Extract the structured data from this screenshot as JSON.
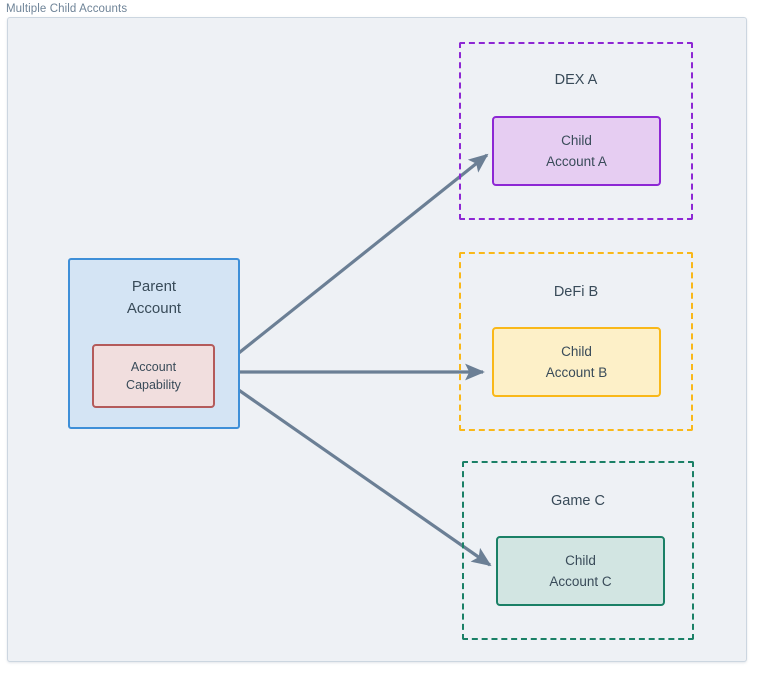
{
  "diagram": {
    "caption": "Multiple Child Accounts",
    "colors": {
      "canvas_background": "#eef1f5",
      "canvas_border": "#ccd6e0",
      "caption_text": "#6f8498",
      "node_text": "#394b59",
      "arrow": "#6b7f95",
      "parent_fill": "#d4e4f4",
      "parent_border": "#3e8fd8",
      "capability_fill": "#f1dede",
      "capability_border": "#b45a5a",
      "dex_accent": "#8d27d4",
      "dex_fill": "#e6cdf2",
      "defi_accent": "#f9b819",
      "defi_fill": "#fdf0c8",
      "game_accent": "#1a8066",
      "game_fill": "#d2e5e2"
    },
    "parent": {
      "label_line1": "Parent",
      "label_line2": "Account",
      "capability": {
        "label_line1": "Account",
        "label_line2": "Capability"
      }
    },
    "groups": [
      {
        "id": "dex",
        "title": "DEX A",
        "child": {
          "label_line1": "Child",
          "label_line2": "Account A"
        }
      },
      {
        "id": "defi",
        "title": "DeFi B",
        "child": {
          "label_line1": "Child",
          "label_line2": "Account B"
        }
      },
      {
        "id": "game",
        "title": "Game C",
        "child": {
          "label_line1": "Child",
          "label_line2": "Account C"
        }
      }
    ],
    "arrows": [
      {
        "from": "Account Capability",
        "to": "Child Account A",
        "style": "solid-arrow"
      },
      {
        "from": "Account Capability",
        "to": "Child Account B",
        "style": "solid-arrow"
      },
      {
        "from": "Account Capability",
        "to": "Child Account C",
        "style": "solid-arrow"
      }
    ]
  }
}
